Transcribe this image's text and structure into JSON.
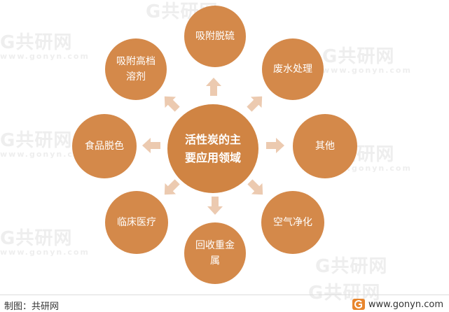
{
  "center": {
    "line1": "活性炭的主",
    "line2": "要应用领域"
  },
  "nodes": {
    "top": {
      "line1": "吸附脱硫"
    },
    "top_right": {
      "line1": "废水处理"
    },
    "right": {
      "line1": "其他"
    },
    "bottom_right": {
      "line1": "空气净化"
    },
    "bottom": {
      "line1": "回收重金",
      "line2": "属"
    },
    "bottom_left": {
      "line1": "临床医疗"
    },
    "left": {
      "line1": "食品脱色"
    },
    "top_left": {
      "line1": "吸附高档",
      "line2": "溶剂"
    }
  },
  "watermark": {
    "brand": "共研网",
    "domain": "www.gonyn.com"
  },
  "footer": {
    "source": "制图：共研网",
    "website": "www.gonyn.com"
  },
  "colors": {
    "node": "#d4894a",
    "center": "#d08443",
    "arrow": "#eccab0"
  }
}
